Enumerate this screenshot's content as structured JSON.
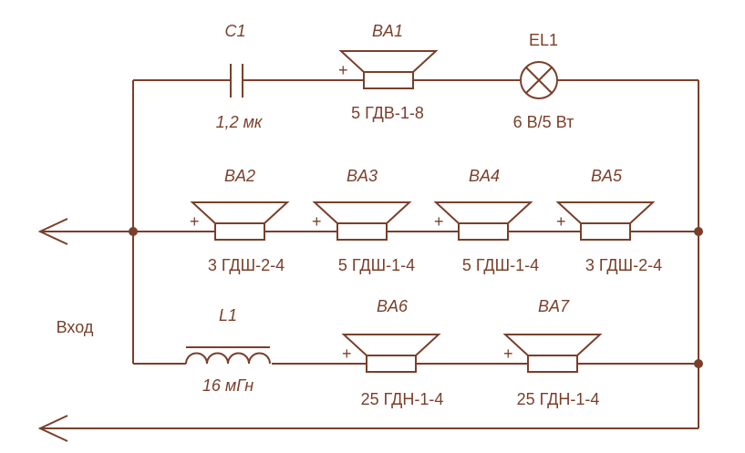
{
  "input_label": "Вход",
  "capacitor": {
    "ref": "C1",
    "value": "1,2 мк"
  },
  "inductor": {
    "ref": "L1",
    "value": "16 мГн"
  },
  "lamp": {
    "ref": "EL1",
    "value": "6 В/5 Вт"
  },
  "speakers": {
    "ba1": {
      "ref": "BA1",
      "type": "5 ГДВ-1-8"
    },
    "ba2": {
      "ref": "BA2",
      "type": "3 ГДШ-2-4"
    },
    "ba3": {
      "ref": "BA3",
      "type": "5 ГДШ-1-4"
    },
    "ba4": {
      "ref": "BA4",
      "type": "5 ГДШ-1-4"
    },
    "ba5": {
      "ref": "BA5",
      "type": "3 ГДШ-2-4"
    },
    "ba6": {
      "ref": "BA6",
      "type": "25 ГДН-1-4"
    },
    "ba7": {
      "ref": "BA7",
      "type": "25 ГДН-1-4"
    }
  },
  "polarity_mark": "+",
  "colors": {
    "line": "#7a3f2a",
    "background": "#ffffff"
  }
}
